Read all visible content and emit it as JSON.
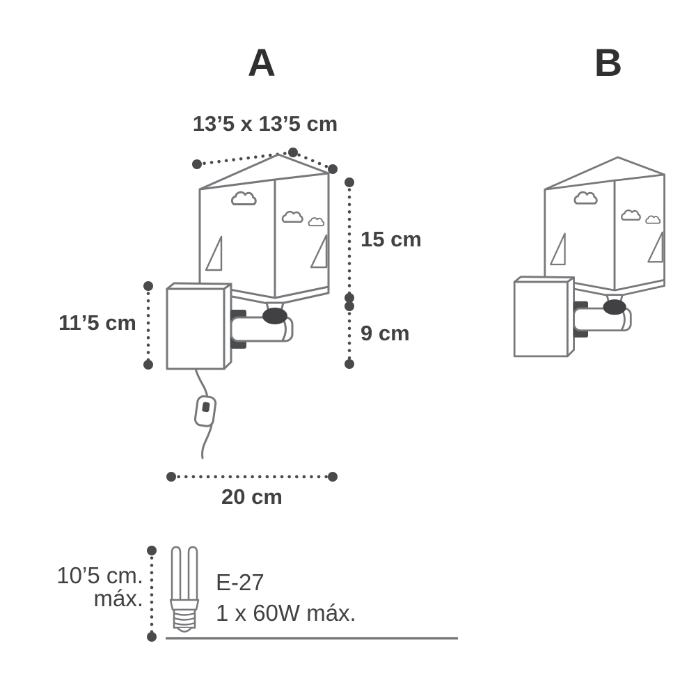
{
  "variants": {
    "a": "A",
    "b": "B"
  },
  "dimensions": {
    "shade_width_depth": "13’5 x 13’5 cm",
    "shade_height": "15 cm",
    "arm_drop": "9 cm",
    "wall_plate_height": "11’5 cm",
    "total_depth": "20 cm"
  },
  "bulb_spec": {
    "max_bulb_height": "10’5 cm.",
    "max_bulb_height_suffix": "máx.",
    "socket": "E-27",
    "max_wattage": "1 x 60W máx."
  },
  "colors": {
    "line_gray": "#77787b",
    "annotation_dark": "#4a4a4c",
    "text_dark": "#414042"
  }
}
